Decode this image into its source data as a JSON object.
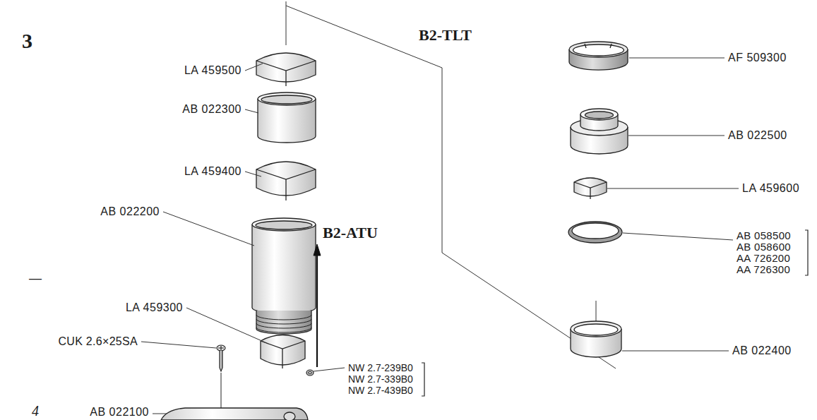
{
  "diagram": {
    "labels": [
      "3",
      "B2-TLT",
      "AF 509300",
      "LA 459500",
      "AB 022300",
      "AB 022500",
      "LA 459400",
      "LA 459600",
      "AB 022200",
      "AB 058500",
      "AB 058600",
      "AA 726200",
      "AA 726300",
      "B2-ATU",
      "—",
      "LA 459300",
      "CUK 2.6×25SA",
      "AB 022400",
      "NW 2.7-239B0",
      "NW 2.7-339B0",
      "NW 2.7-439B0",
      "AB 022100",
      "4"
    ]
  }
}
